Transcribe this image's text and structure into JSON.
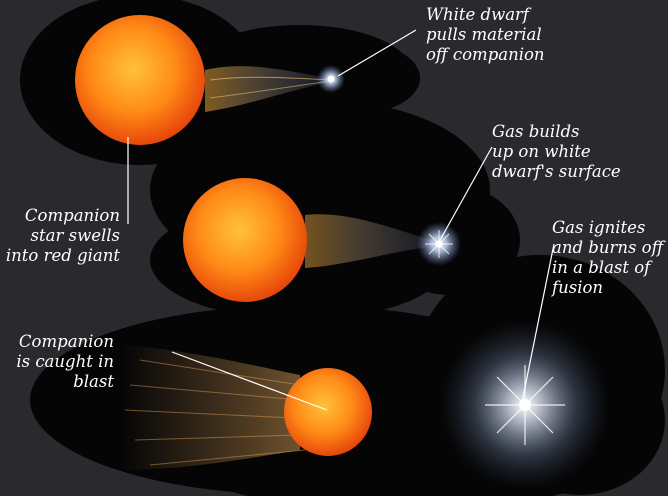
{
  "labels": {
    "white_dwarf_pull": [
      "White dwarf",
      "pulls material",
      "off companion"
    ],
    "gas_builds": [
      "Gas builds",
      "up on white",
      "dwarf's surface"
    ],
    "companion_swells": [
      "Companion",
      "star swells",
      "into red giant"
    ],
    "gas_ignites": [
      "Gas ignites",
      "and burns off",
      "in a blast of",
      "fusion"
    ],
    "companion_caught": [
      "Companion",
      "is caught in",
      "blast"
    ]
  },
  "colors": {
    "background": "#2a2a2e",
    "dark_cloud": "#050505",
    "star_core": "#ffb020",
    "star_rim": "#e84a08",
    "dwarf": "#dfe8ff",
    "leader": "#ffffff"
  }
}
